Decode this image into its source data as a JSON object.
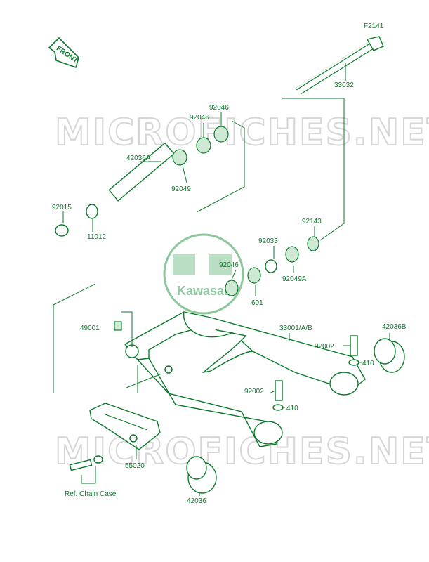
{
  "code": "F2141",
  "front_label": "FRONT",
  "watermark_text": "MICROFICHES.NET",
  "brand": "Kawasaki",
  "ref_note": "Ref. Chain Case",
  "parts": [
    {
      "id": "p33032",
      "label": "33032"
    },
    {
      "id": "p92046a",
      "label": "92046"
    },
    {
      "id": "p92046b",
      "label": "92046"
    },
    {
      "id": "p42036a",
      "label": "42036A"
    },
    {
      "id": "p92049",
      "label": "92049"
    },
    {
      "id": "p92015",
      "label": "92015"
    },
    {
      "id": "p11012",
      "label": "11012"
    },
    {
      "id": "p92143",
      "label": "92143"
    },
    {
      "id": "p92033",
      "label": "92033"
    },
    {
      "id": "p92046c",
      "label": "92046"
    },
    {
      "id": "p92049a",
      "label": "92049A"
    },
    {
      "id": "p601",
      "label": "601"
    },
    {
      "id": "p49001",
      "label": "49001"
    },
    {
      "id": "p33001",
      "label": "33001/A/B"
    },
    {
      "id": "p42036b",
      "label": "42036B"
    },
    {
      "id": "p92002a",
      "label": "92002"
    },
    {
      "id": "p410a",
      "label": "410"
    },
    {
      "id": "p92002b",
      "label": "92002"
    },
    {
      "id": "p410b",
      "label": "410"
    },
    {
      "id": "p55020",
      "label": "55020"
    },
    {
      "id": "p42036",
      "label": "42036"
    }
  ],
  "colors": {
    "line": "#0a7a2a",
    "watermark": "#d6d6d6",
    "logo": "#2e9a4a"
  }
}
